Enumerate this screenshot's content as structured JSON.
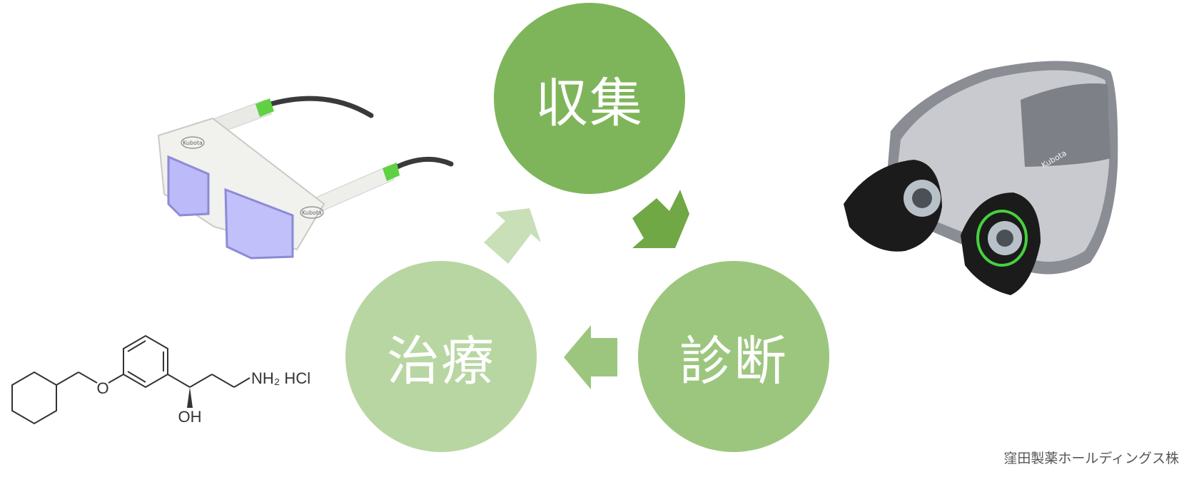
{
  "cycle": {
    "step1": "収集",
    "step2": "診断",
    "step3": "治療"
  },
  "molecule": {
    "amine_label": "NH₂ HCl",
    "hydroxyl_label": "OH",
    "oxygen_label": "O"
  },
  "product_logos": {
    "glasses_brand": "Kubota",
    "device_brand": "Kubota"
  },
  "credit": "窪田製薬ホールディングス株",
  "colors": {
    "step1": "#7fb55a",
    "step2": "#9cc67e",
    "step3": "#b8d6a2",
    "arrow1": "#6fa845",
    "arrow2": "#9cc67e",
    "arrow3": "#c8dfb8"
  }
}
